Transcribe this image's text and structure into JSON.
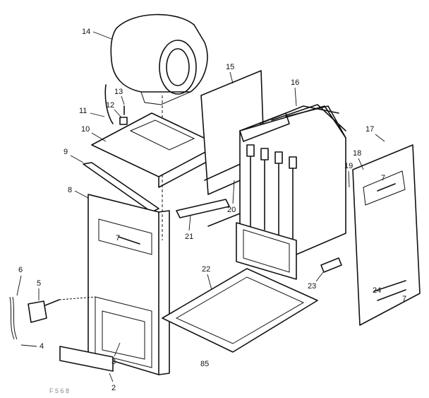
{
  "diagram": {
    "part_labels": [
      "2",
      "3",
      "4",
      "5",
      "6",
      "7",
      "8",
      "9",
      "10",
      "11",
      "12",
      "13",
      "14",
      "15",
      "16",
      "17",
      "18",
      "19",
      "20",
      "21",
      "22",
      "23",
      "24"
    ],
    "footer_code": "85",
    "corner_mark": "F 5 6 8"
  }
}
